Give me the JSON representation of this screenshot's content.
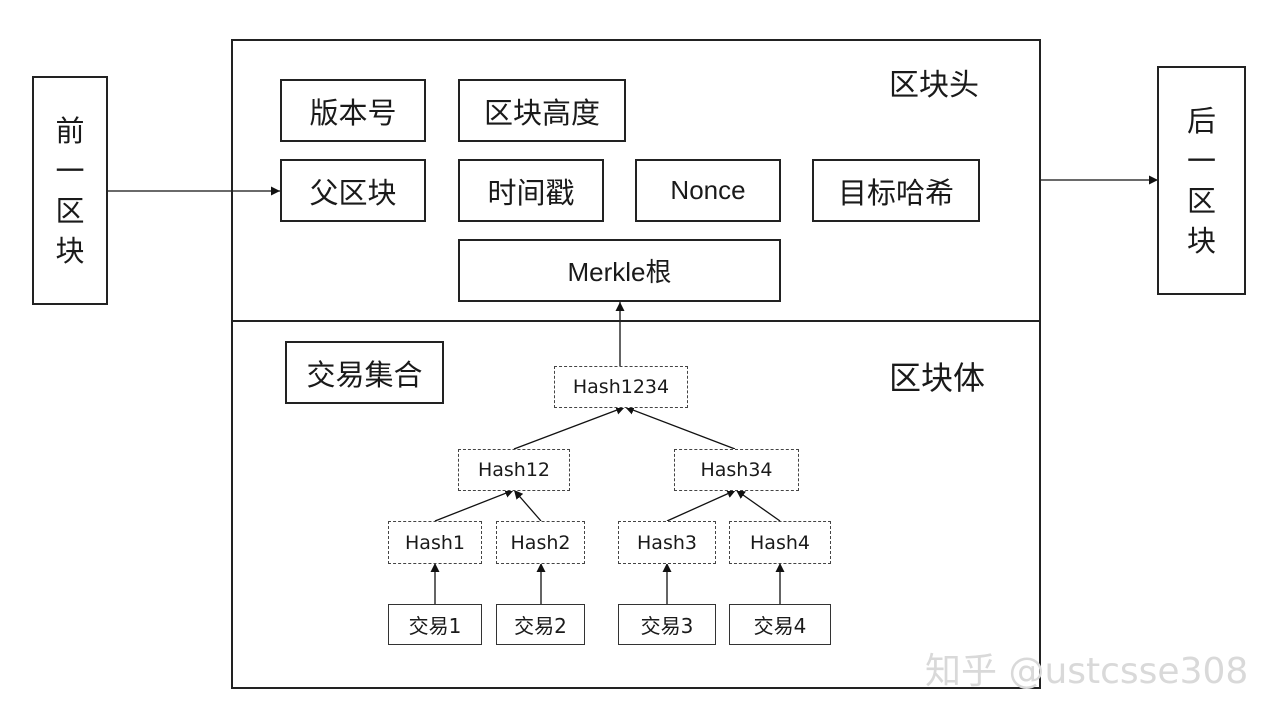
{
  "prev_block": "前一区块",
  "next_block": "后一区块",
  "header": {
    "title": "区块头",
    "fields": {
      "version": "版本号",
      "height": "区块高度",
      "parent": "父区块",
      "timestamp": "时间戳",
      "nonce": "Nonce",
      "target": "目标哈希",
      "merkle_root": "Merkle根"
    }
  },
  "body": {
    "title": "区块体",
    "tx_set": "交易集合",
    "tree": {
      "root": "Hash1234",
      "level1": [
        "Hash12",
        "Hash34"
      ],
      "level2": [
        "Hash1",
        "Hash2",
        "Hash3",
        "Hash4"
      ],
      "transactions": [
        "交易1",
        "交易2",
        "交易3",
        "交易4"
      ]
    }
  },
  "watermark": "知乎 @ustcsse308"
}
